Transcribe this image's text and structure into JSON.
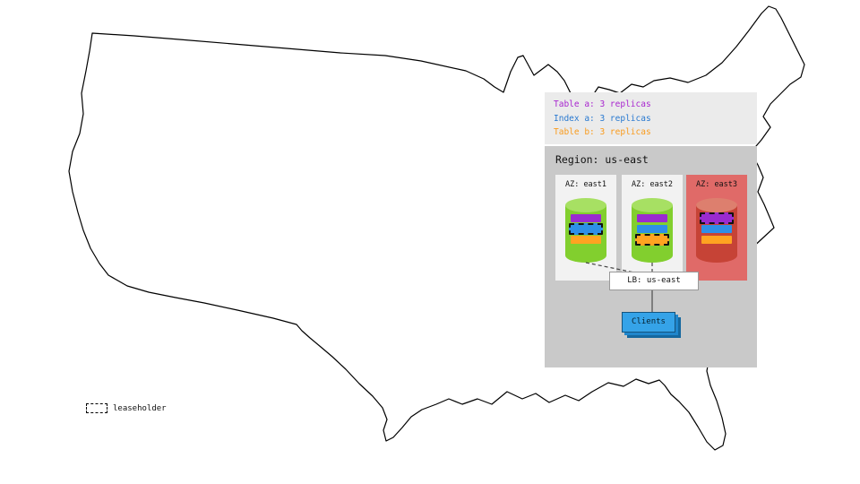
{
  "legend": {
    "bg": "#ebebeb",
    "items": [
      {
        "id": "table-a",
        "label": "Table a: 3 replicas",
        "color": "#a826cf"
      },
      {
        "id": "index-a",
        "label": "Index a: 3 replicas",
        "color": "#2979d0"
      },
      {
        "id": "table-b",
        "label": "Table b: 3 replicas",
        "color": "#f99b1d"
      }
    ]
  },
  "region": {
    "title": "Region: us-east",
    "bg": "#c9c9c9",
    "azs": [
      {
        "label": "AZ: east1",
        "bg": "#f2f2f2",
        "cylinder_top": "#a7e063",
        "cylinder_body": "#82cf2e",
        "replicas": [
          {
            "name": "table-a",
            "color": "#9a2bd0",
            "leaseholder": false
          },
          {
            "name": "index-a",
            "color": "#2e8fe8",
            "leaseholder": true
          },
          {
            "name": "table-b",
            "color": "#ffa321",
            "leaseholder": false
          }
        ]
      },
      {
        "label": "AZ: east2",
        "bg": "#f2f2f2",
        "cylinder_top": "#a7e063",
        "cylinder_body": "#82cf2e",
        "replicas": [
          {
            "name": "table-a",
            "color": "#9a2bd0",
            "leaseholder": false
          },
          {
            "name": "index-a",
            "color": "#2e8fe8",
            "leaseholder": false
          },
          {
            "name": "table-b",
            "color": "#ffa321",
            "leaseholder": true
          }
        ]
      },
      {
        "label": "AZ: east3",
        "bg": "#e06a68",
        "cylinder_top": "#dd7f6e",
        "cylinder_body": "#c64336",
        "replicas": [
          {
            "name": "table-a",
            "color": "#9a2bd0",
            "leaseholder": true
          },
          {
            "name": "index-a",
            "color": "#2e8fe8",
            "leaseholder": false
          },
          {
            "name": "table-b",
            "color": "#ffa321",
            "leaseholder": false
          }
        ]
      }
    ],
    "lb": {
      "label": "LB: us-east"
    },
    "clients": {
      "label": "Clients",
      "front": "#35a3e8",
      "mid": "#1f86cc",
      "back": "#15689f"
    }
  },
  "map_legend": {
    "label": "leaseholder"
  },
  "map": {
    "stroke": "#000000"
  }
}
